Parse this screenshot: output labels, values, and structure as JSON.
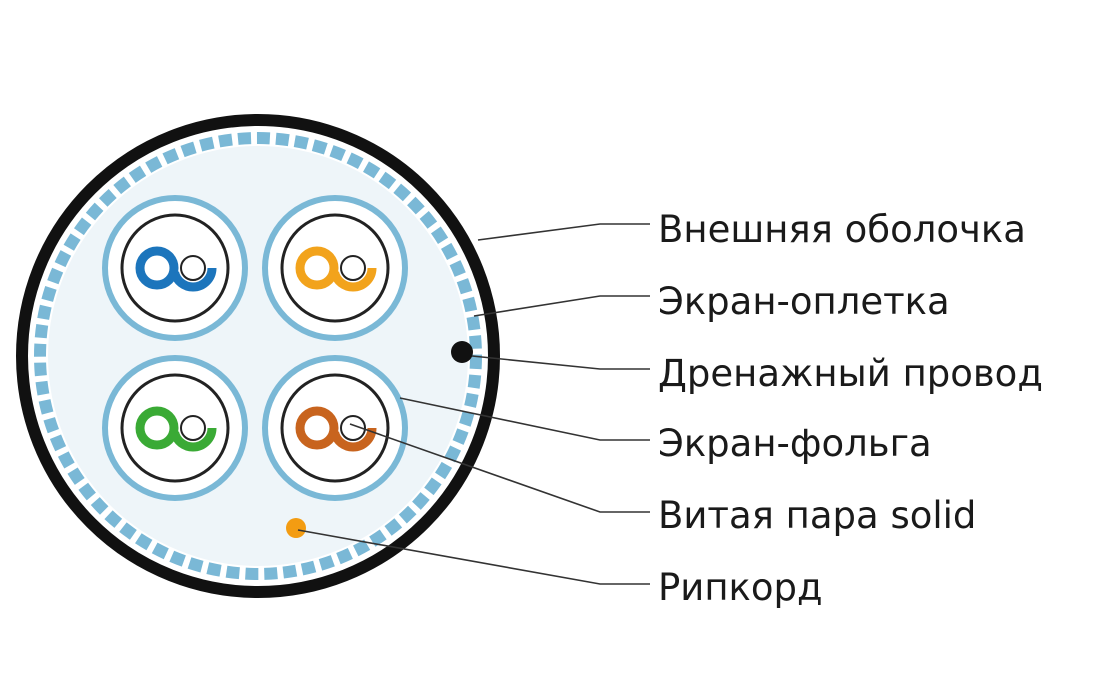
{
  "labels": {
    "outer_jacket": "Внешняя оболочка",
    "braid_shield": "Экран-оплетка",
    "drain_wire": "Дренажный провод",
    "foil_shield": "Экран-фольга",
    "twisted_pair": "Витая пара solid",
    "ripcord": "Рипкорд"
  },
  "colors": {
    "jacket": "#111111",
    "shield": "#7ab8d6",
    "pair_blue": "#1c75bc",
    "pair_orange": "#f2a31c",
    "pair_green": "#3aaa35",
    "pair_brown": "#c8641e",
    "ripcord": "#f39c12",
    "leader_line": "#333333"
  },
  "pairs": [
    {
      "name": "blue",
      "color": "pair_blue"
    },
    {
      "name": "orange",
      "color": "pair_orange"
    },
    {
      "name": "green",
      "color": "pair_green"
    },
    {
      "name": "brown",
      "color": "pair_brown"
    }
  ]
}
